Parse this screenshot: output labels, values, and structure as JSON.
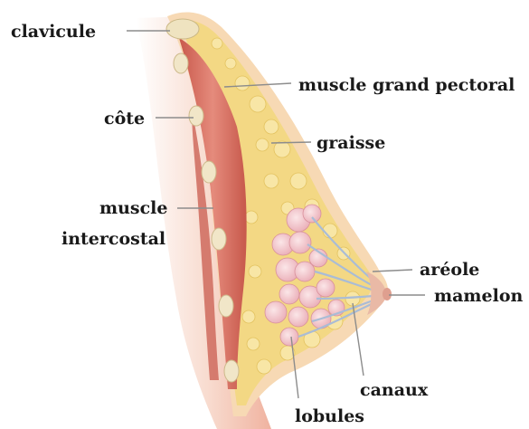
{
  "labels": {
    "clavicule": "clavicule",
    "muscle_grand_pectoral": "muscle grand pectoral",
    "cote": "côte",
    "graisse": "graisse",
    "muscle": "muscle",
    "intercostal": "intercostal",
    "areole": "aréole",
    "mamelon": "mamelon",
    "canaux": "canaux",
    "lobules": "lobules"
  },
  "colors": {
    "skin": "#f6d7b0",
    "fat": "#f2d77a",
    "muscle": "#d9776a",
    "bone": "#efe3c0",
    "lobule": "#f3c9cf",
    "duct": "#a9bcd6",
    "leader": "#8c8c8c"
  }
}
